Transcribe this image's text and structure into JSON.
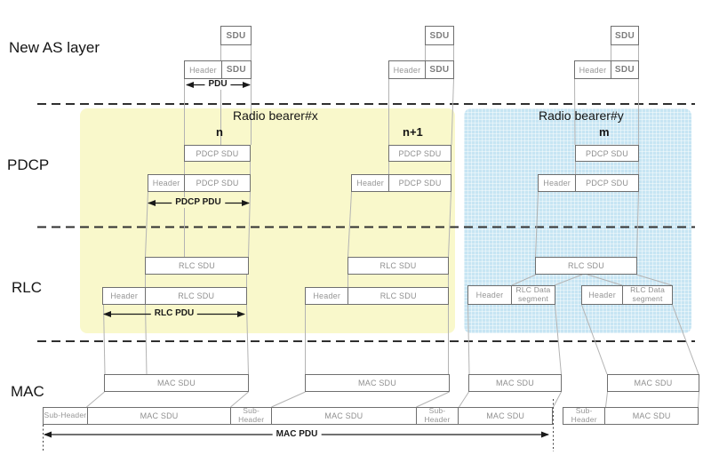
{
  "layers": {
    "new_as": "New AS layer",
    "pdcp": "PDCP",
    "rlc": "RLC",
    "mac": "MAC"
  },
  "bearers": {
    "x": {
      "label": "Radio bearer#x",
      "columns": [
        "n",
        "n+1"
      ],
      "bg_color": "#f9f8cb"
    },
    "y": {
      "label": "Radio bearer#y",
      "columns": [
        "m"
      ],
      "bg_color": "#c7e5f3"
    }
  },
  "boxes": {
    "sdu": "SDU",
    "header": "Header",
    "pdcp_sdu": "PDCP SDU",
    "rlc_sdu": "RLC SDU",
    "rlc_data_segment": "RLC Data segment",
    "mac_sdu": "MAC SDU",
    "sub_header": "Sub-Header"
  },
  "arrows": {
    "pdu": "PDU",
    "pdcp_pdu": "PDCP PDU",
    "rlc_pdu": "RLC PDU",
    "mac_pdu": "MAC PDU"
  },
  "colors": {
    "bearer_x_bg": "#f9f8cb",
    "bearer_y_bg": "#c7e5f3",
    "box_border": "#6f6f6f",
    "box_text": "#8f8f8f",
    "label_text": "#151515",
    "connector": "#b3b3b3"
  }
}
